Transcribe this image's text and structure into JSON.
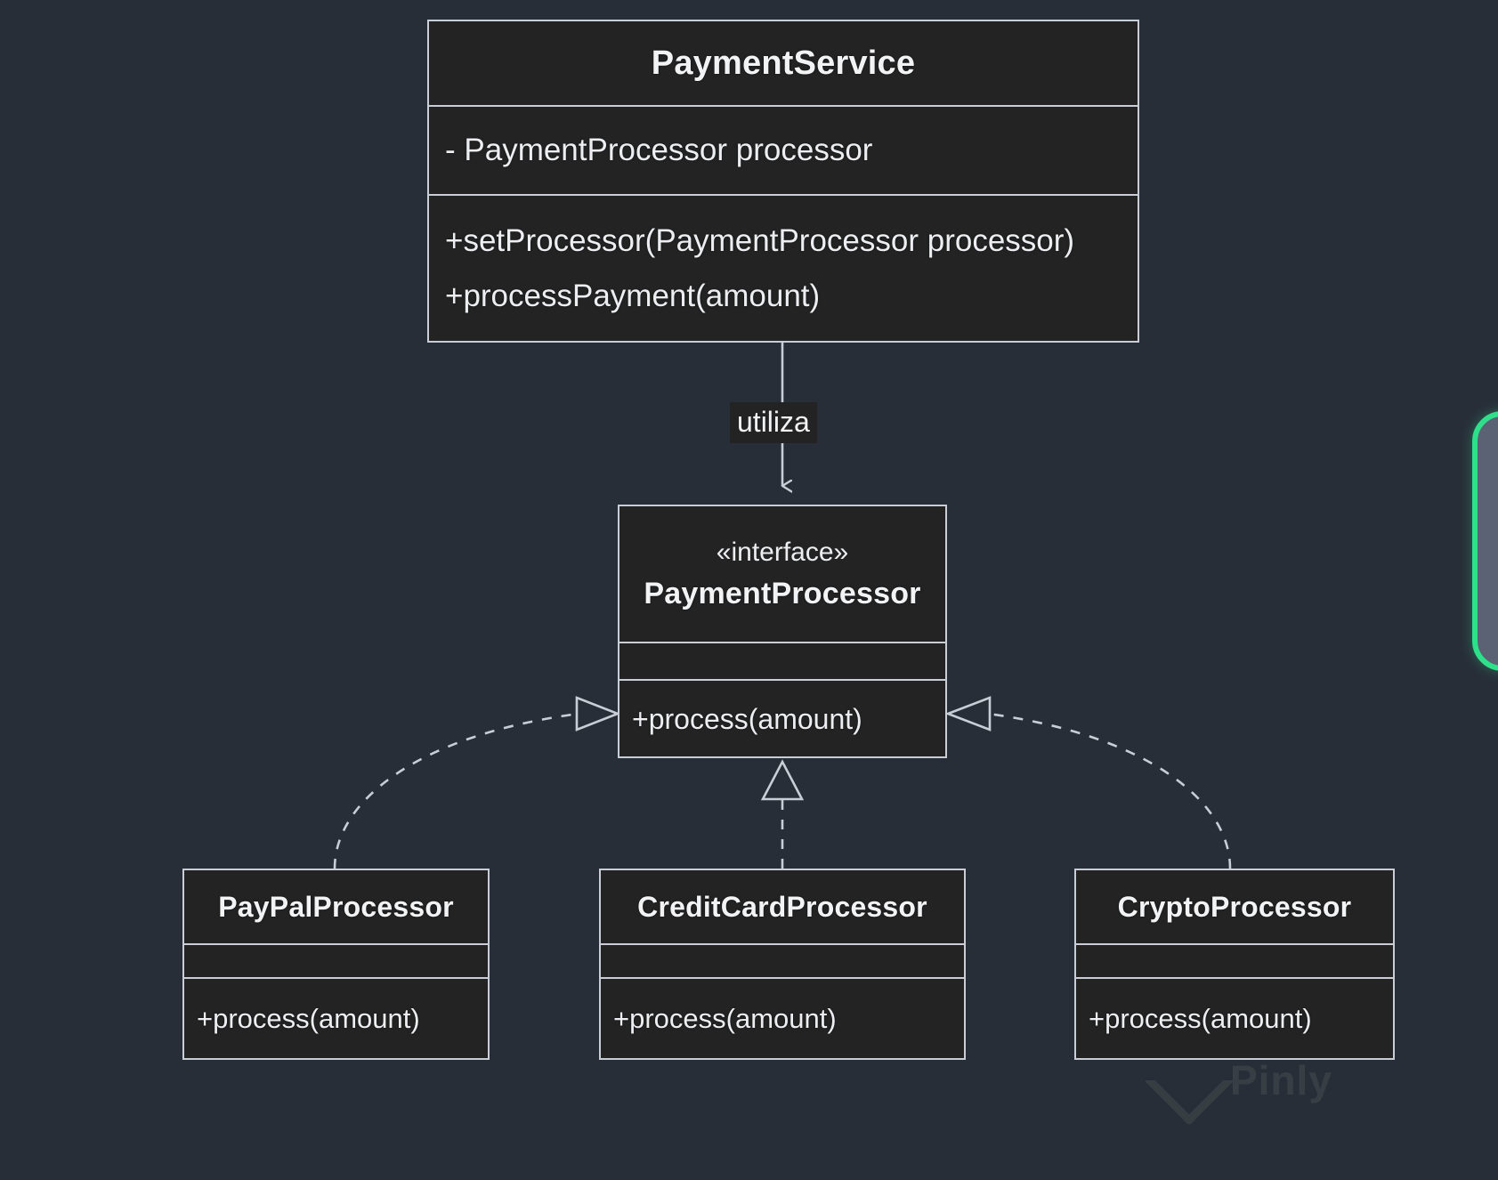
{
  "diagram": {
    "kind": "uml-class-diagram",
    "background_color": "#282e38",
    "box_fill_color": "#232323",
    "box_border_color": "#c9cdd5",
    "text_color": "#f2f3f5",
    "accent_color": "#2fe08a"
  },
  "classes": {
    "payment_service": {
      "name": "PaymentService",
      "attributes": [
        "- PaymentProcessor processor"
      ],
      "operations": [
        "+setProcessor(PaymentProcessor processor)",
        "+processPayment(amount)"
      ]
    },
    "payment_processor": {
      "stereotype": "«interface»",
      "name": "PaymentProcessor",
      "attributes": [],
      "operations": [
        "+process(amount)"
      ]
    },
    "paypal_processor": {
      "name": "PayPalProcessor",
      "attributes": [],
      "operations": [
        "+process(amount)"
      ]
    },
    "creditcard_processor": {
      "name": "CreditCardProcessor",
      "attributes": [],
      "operations": [
        "+process(amount)"
      ]
    },
    "crypto_processor": {
      "name": "CryptoProcessor",
      "attributes": [],
      "operations": [
        "+process(amount)"
      ]
    }
  },
  "relationships": [
    {
      "id": "uses",
      "from": "PaymentService",
      "to": "PaymentProcessor",
      "label": "utiliza",
      "style": "solid",
      "arrow": "open-arrow"
    },
    {
      "id": "paypal-realizes",
      "from": "PayPalProcessor",
      "to": "PaymentProcessor",
      "label": "",
      "style": "dashed",
      "arrow": "hollow-triangle"
    },
    {
      "id": "creditcard-realizes",
      "from": "CreditCardProcessor",
      "to": "PaymentProcessor",
      "label": "",
      "style": "dashed",
      "arrow": "hollow-triangle"
    },
    {
      "id": "crypto-realizes",
      "from": "CryptoProcessor",
      "to": "PaymentProcessor",
      "label": "",
      "style": "dashed",
      "arrow": "hollow-triangle"
    }
  ],
  "overlay": {
    "watermark_text": "Pinly",
    "side_panel_visible": true
  }
}
